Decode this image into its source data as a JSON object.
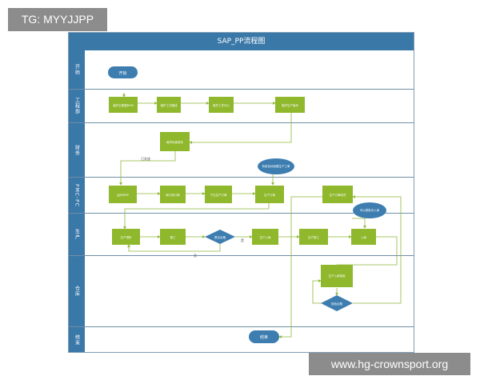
{
  "watermarks": {
    "top_left": "TG: MYYJJPP",
    "bottom_right": "www.hg-crownsport.org"
  },
  "diagram": {
    "title": "SAP_PP流程图",
    "lanes": [
      "开始",
      "工程部",
      "财务",
      "PMC-PC",
      "生产",
      "仓库",
      "结束"
    ],
    "nodes": {
      "start": "开始",
      "end": "结束",
      "bom": "维护主数据BOM",
      "routing": "维护工艺路线",
      "eng3": "维护工作中心",
      "eng4": "维护生产版本",
      "finance": "维护标准成本",
      "pmc1": "运行MRP",
      "pmc2": "转计划订单",
      "pmc3": "下达生产订单",
      "pmc4": "生产订单",
      "pmc5": "生产订单收货",
      "auto_note": "系统自动创建生产工单",
      "prod1": "生产领料",
      "prod2": "报工",
      "prod_decision": "是否合格",
      "prod3": "生产入库",
      "prod4": "生产报工",
      "prod5": "入库",
      "stock_note": "可以按批次入库",
      "wh1": "生产入库检验",
      "wh_decision": "检验合格"
    },
    "edge_labels": {
      "e1": "已发放",
      "e2": "否",
      "e3": "是"
    }
  }
}
